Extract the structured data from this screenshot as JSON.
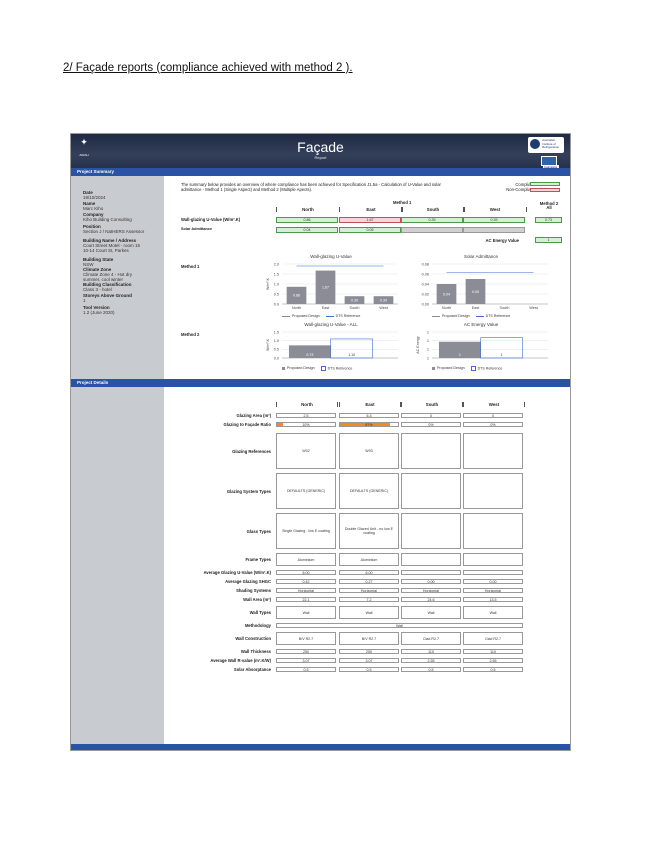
{
  "doc_heading": "2/ Façade reports (compliance achieved with method 2 ).",
  "banner": {
    "title": "Façade",
    "subtitle": "Report",
    "logo_left_text": "AIRAH",
    "logo_right_text": "Australian Institute of Refrigeration",
    "calculator_label": "Calculator"
  },
  "sections": {
    "summary": "Project Summary",
    "details": "Project Details"
  },
  "sidebar": [
    {
      "label": "Date",
      "value": "19/10/2024"
    },
    {
      "label": "Name",
      "value": "Marc Kiho"
    },
    {
      "label": "Company",
      "value": "Kiho Building Consulting"
    },
    {
      "label": "Position",
      "value": "Section J / NatHERS Assessor"
    },
    {
      "label": "Building Name / Address",
      "value": "Court Street Motel - room 15\n10-14 Court St, Parkes"
    },
    {
      "label": "Building State",
      "value": "NSW"
    },
    {
      "label": "Climate Zone",
      "value": "Climate Zone 4 - Hot dry\nsummer, cool winter"
    },
    {
      "label": "Building Classification",
      "value": "Class 3 - hotel"
    },
    {
      "label": "Storeys Above Ground",
      "value": "1"
    },
    {
      "label": "Tool Version",
      "value": "1.2 (June 2020)"
    }
  ],
  "summary": {
    "intro": "The summary below provides an overview of where compliance has been achieved for Specification J1.5a - Calculation of U-Value and solar admittance - Method 1 (Single Aspect) and Method 2 (Multiple Apects).",
    "legend_compliant": "Compliant Solution –",
    "legend_noncompliant": "Non-Compliant Solution –",
    "method1_label": "Method 1",
    "method2_label": "Method 2",
    "method2_sub": "All",
    "columns": [
      "North",
      "East",
      "South",
      "West"
    ],
    "uvalue_label": "Wall-glazing U-Value (W/m².K)",
    "uvalue_cells": [
      "0.86",
      "1.67",
      "0.39",
      "0.39"
    ],
    "uvalue_all": "0.73",
    "solar_label": "Solar Admittance",
    "solar_cells": [
      "0.04",
      "0.05",
      "",
      ""
    ],
    "ac_energy_label": "AC Energy Value",
    "ac_energy_value": "1",
    "method1_row_label": "Method 1",
    "method2_row_label": "Method 2"
  },
  "colors": {
    "compliant": "#d5efd5",
    "noncompliant": "#f6d5da",
    "bar": "#8c8c96",
    "reference": "#3a6fd8",
    "orange": "#f08a24",
    "navy": "#2a52a5"
  },
  "chart_data": [
    {
      "type": "bar",
      "title": "Wall-glazing U-Value",
      "categories": [
        "North",
        "East",
        "South",
        "West"
      ],
      "series": [
        {
          "name": "Proposed Design",
          "values": [
            0.86,
            1.67,
            0.39,
            0.39
          ]
        },
        {
          "name": "DTS Reference",
          "values": [
            1.9,
            1.9,
            1.9,
            1.9
          ]
        }
      ],
      "ylabel": "W/m².K",
      "ylim": [
        0,
        2.0
      ],
      "yticks": [
        "0.0",
        "0.5",
        "1.0",
        "1.5",
        "2.0"
      ]
    },
    {
      "type": "bar",
      "title": "Solar Admittance",
      "categories": [
        "North",
        "East",
        "South",
        "West"
      ],
      "series": [
        {
          "name": "Proposed Design",
          "values": [
            0.04,
            0.05,
            0,
            0
          ]
        },
        {
          "name": "DTS Reference",
          "values": [
            0.063,
            0.063,
            0.063,
            0.063
          ]
        }
      ],
      "ylim": [
        0,
        0.08
      ],
      "yticks": [
        "0.00",
        "0.02",
        "0.04",
        "0.06",
        "0.08"
      ]
    },
    {
      "type": "bar",
      "title": "Wall-glazing U-Value - ALL",
      "categories": [
        ""
      ],
      "series": [
        {
          "name": "Proposed Design",
          "values": [
            0.73
          ]
        },
        {
          "name": "DTS Reference",
          "values": [
            1.1
          ]
        }
      ],
      "ylabel": "W/m².K",
      "ylim": [
        0,
        1.5
      ],
      "yticks": [
        "0.0",
        "0.5",
        "1.0",
        "1.5"
      ]
    },
    {
      "type": "bar",
      "title": "AC Energy Value",
      "categories": [
        ""
      ],
      "series": [
        {
          "name": "Proposed Design",
          "values": [
            1
          ]
        },
        {
          "name": "DTS Reference",
          "values": [
            1
          ]
        }
      ],
      "ylabel": "AC Energy",
      "ylim": [
        0,
        1.6
      ],
      "yticks": [
        "1",
        "1",
        "1",
        "1"
      ]
    }
  ],
  "details": {
    "columns": [
      "North",
      "East",
      "South",
      "West"
    ],
    "rows": [
      {
        "label": "Glazing Area (m²)",
        "cells": [
          "2.5",
          "6.3",
          "0",
          "0"
        ]
      },
      {
        "label": "Glazing to Façade Ratio",
        "cells": [
          "10%",
          "87%",
          "0%",
          "0%"
        ],
        "fill": [
          0.1,
          0.87,
          0,
          0
        ]
      },
      {
        "label": "Glazing References",
        "cells": [
          "W02",
          "W03",
          "",
          ""
        ],
        "tall": true
      },
      {
        "label": "Glazing System Types",
        "cells": [
          "DEFAULTS (GENERIC)",
          "DEFAULTS (GENERIC)",
          "",
          ""
        ],
        "tall": true
      },
      {
        "label": "Glass Types",
        "cells": [
          "Single Glazing - low E coating",
          "Double Glazed Unit - no low E coating",
          "",
          ""
        ],
        "tall": true
      },
      {
        "label": "Frame Types",
        "cells": [
          "Aluminium",
          "Aluminium",
          "",
          ""
        ],
        "mid": true
      },
      {
        "label": "Average Glazing U-Value (W/m².K)",
        "cells": [
          "6.00",
          "6.00",
          "",
          ""
        ]
      },
      {
        "label": "Average Glazing SHGC",
        "cells": [
          "0.42",
          "0.27",
          "0.00",
          "0.00"
        ]
      },
      {
        "label": "Shading Systems",
        "cells": [
          "Horizontal",
          "Horizontal",
          "Horizontal",
          "Horizontal"
        ]
      },
      {
        "label": "Wall Area (m²)",
        "cells": [
          "22.1",
          "7.2",
          "24.6",
          "13.5"
        ]
      },
      {
        "label": "Wall Types",
        "cells": [
          "Wall",
          "Wall",
          "Wall",
          "Wall"
        ],
        "mid": true
      },
      {
        "label": "Methodology",
        "merged": "Wall"
      },
      {
        "label": "Wall Construction",
        "cells": [
          "B/V R2.7",
          "B/V R2.7",
          "Clad R2.7",
          "Clad R2.7"
        ],
        "mid": true
      },
      {
        "label": "Wall Thickness",
        "cells": [
          "250",
          "250",
          "110",
          "110"
        ]
      },
      {
        "label": "Average Wall R-value (m².K/W)",
        "cells": [
          "3.07",
          "3.07",
          "2.55",
          "2.55"
        ]
      },
      {
        "label": "Solar Absorptance",
        "cells": [
          "0.5",
          "0.5",
          "0.5",
          "0.5"
        ]
      }
    ]
  }
}
